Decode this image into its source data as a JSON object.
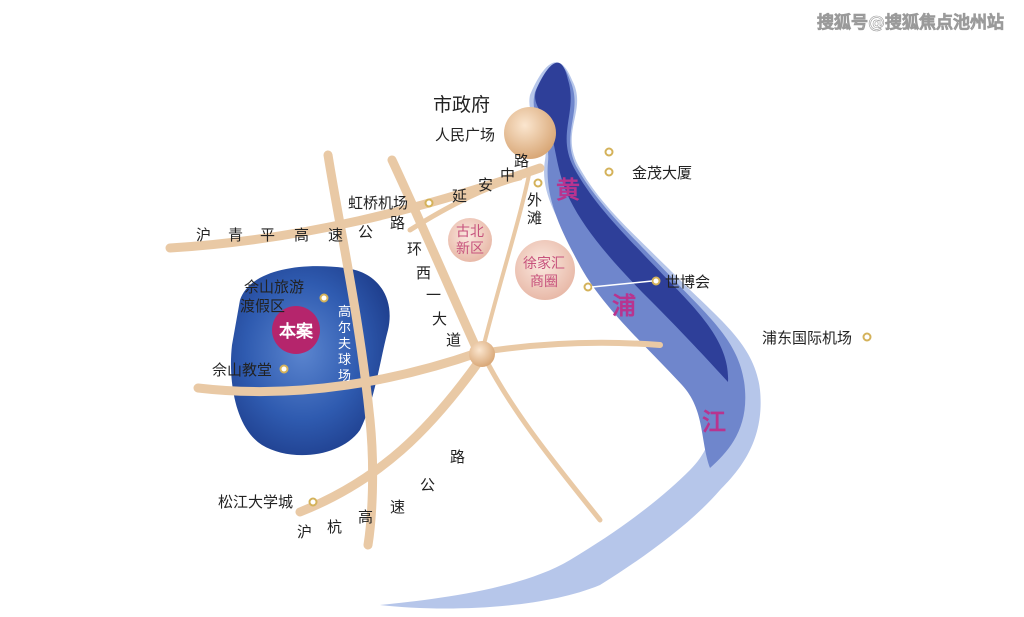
{
  "watermark": "搜狐号@搜狐焦点池州站",
  "labels": {
    "city_hall": "市政府",
    "peoples_square": "人民广场",
    "hongqiao_airport": "虹桥机场",
    "jinmao_tower": "金茂大厦",
    "sheshan_resort_line1": "佘山旅游",
    "sheshan_resort_line2": "渡假区",
    "sheshan_church": "佘山教堂",
    "expo": "世博会",
    "pudong_airport": "浦东国际机场",
    "songjiang_university_town": "松江大学城",
    "project": "本案",
    "golf_course": [
      "高",
      "尔",
      "夫",
      "球",
      "场"
    ]
  },
  "districts": {
    "gubei_line1": "古北",
    "gubei_line2": "新区",
    "xujiahui_line1": "徐家汇",
    "xujiahui_line2": "商圈"
  },
  "roads": {
    "huqingping": [
      "沪",
      "青",
      "平",
      "高",
      "速",
      "公",
      "路"
    ],
    "yanan": [
      "延",
      "安",
      "中",
      "路"
    ],
    "waitan": [
      "外",
      "滩"
    ],
    "west_ring": [
      "环",
      "西",
      "一",
      "大",
      "道"
    ],
    "huhang": [
      "沪",
      "杭",
      "高",
      "速",
      "公",
      "路"
    ]
  },
  "river": [
    "黄",
    "浦",
    "江"
  ],
  "colors": {
    "road": "#e9c9a5",
    "river_dark": "#2e3f99",
    "river_mid": "#6f86cc",
    "river_light": "#b6c6ea",
    "project_area": "#2b56a8",
    "project_circle": "#b5256c",
    "district_circle": "#efcfc0",
    "poi_dot": "#d4b25a",
    "hub_circle": "#e9c7a4"
  }
}
